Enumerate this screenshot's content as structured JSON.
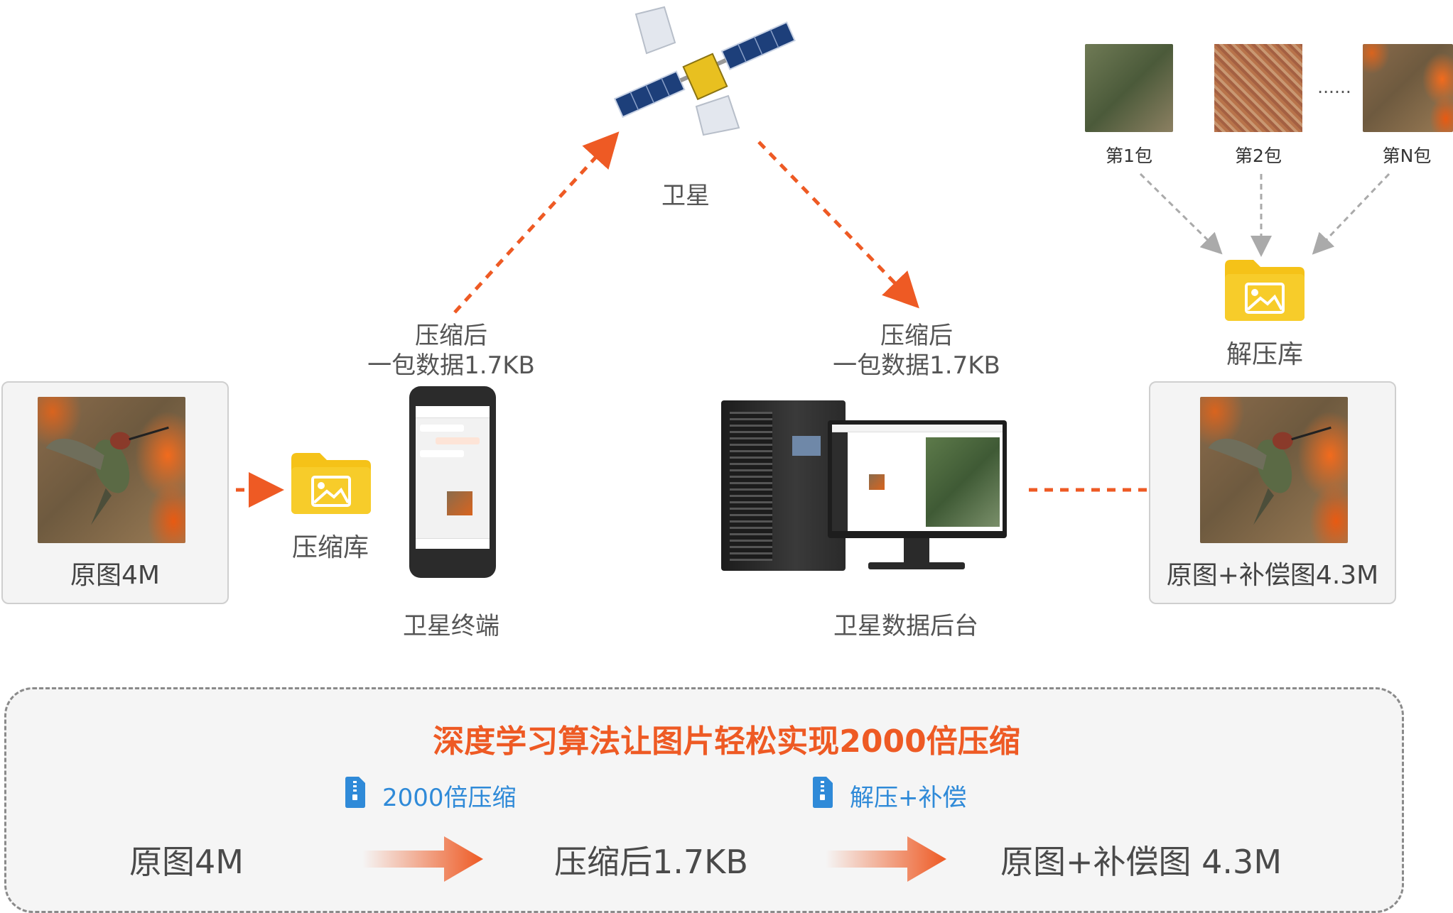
{
  "satellite": {
    "label": "卫星"
  },
  "left_upload": {
    "line1": "压缩后",
    "line2": "一包数据1.7KB"
  },
  "right_download": {
    "line1": "压缩后",
    "line2": "一包数据1.7KB"
  },
  "original_card": {
    "caption": "原图4M"
  },
  "compress_lib": {
    "label": "压缩库"
  },
  "terminal": {
    "label": "卫星终端"
  },
  "backend": {
    "label": "卫星数据后台"
  },
  "packets": {
    "items": [
      {
        "label": "第1包"
      },
      {
        "label": "第2包"
      },
      {
        "label": "第N包"
      }
    ],
    "ellipsis": "......"
  },
  "decompress_lib": {
    "label": "解压库"
  },
  "result_card": {
    "caption": "原图+补偿图4.3M"
  },
  "summary": {
    "title": "深度学习算法让图片轻松实现2000倍压缩",
    "step1_label": "2000倍压缩",
    "step2_label": "解压+补偿",
    "stage1": "原图4M",
    "stage2": "压缩后1.7KB",
    "stage3": "原图+补偿图 4.3M"
  },
  "colors": {
    "accent": "#ee5a24",
    "folder": "#f5c218",
    "link_blue": "#2f8ad8",
    "gray_arrow": "#a9a9a9"
  }
}
